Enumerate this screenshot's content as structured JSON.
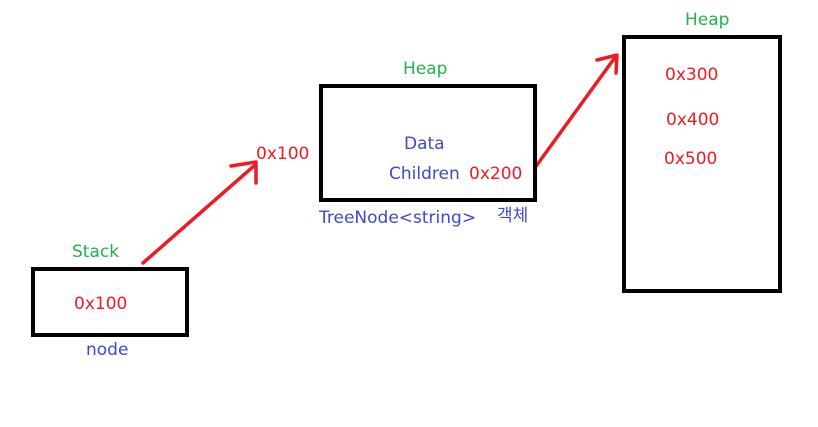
{
  "stack": {
    "title": "Stack",
    "value": "0x100",
    "var_name": "node"
  },
  "tree_node": {
    "title": "Heap",
    "pointer": "0x100",
    "field_data": "Data",
    "field_children": "Children",
    "children_value": "0x200",
    "type_label": "TreeNode<string>",
    "object_suffix": "객체"
  },
  "children_heap": {
    "title": "Heap",
    "items": [
      "0x300",
      "0x400",
      "0x500"
    ]
  },
  "colors": {
    "title": "#22b14c",
    "address": "#ed1c24",
    "name": "#3f48cc",
    "border": "#000000",
    "arrow": "#ed1c24"
  }
}
